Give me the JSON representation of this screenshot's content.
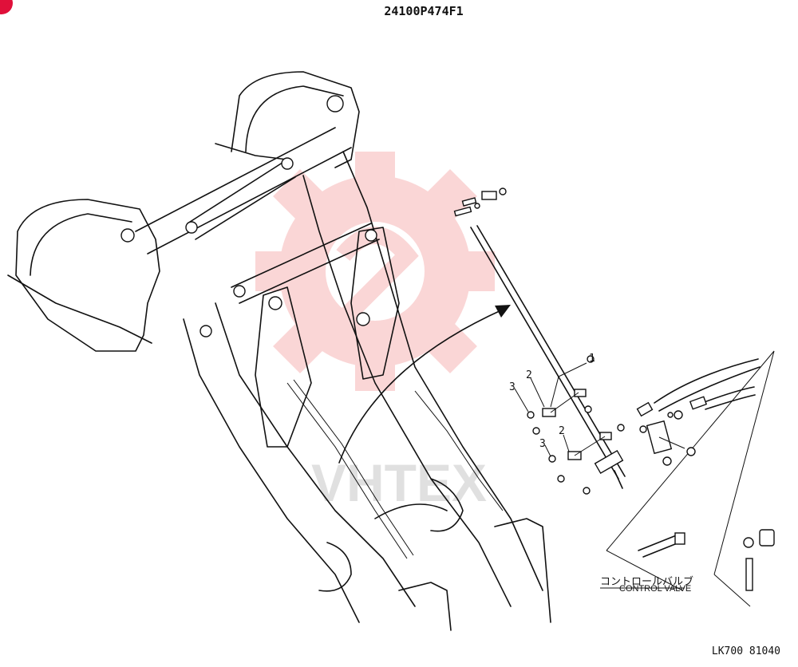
{
  "drawing": {
    "part_number": "24100P474F1",
    "figure_code": "LK700 81040",
    "callouts": [
      "1",
      "2",
      "3",
      "2",
      "3"
    ],
    "control_valve_jp": "コントロールバルブ",
    "control_valve_en": "CONTROL VALVE",
    "watermark_text": "VHTEX",
    "colors": {
      "line": "#111111",
      "watermark": "#f6b6b6",
      "corner_mark": "#e0103a"
    }
  }
}
